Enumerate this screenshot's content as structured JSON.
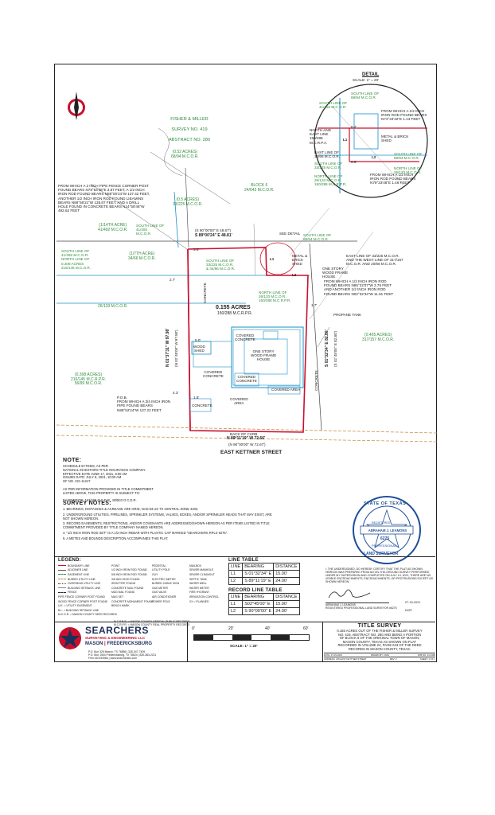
{
  "survey_title_top": {
    "lines": [
      "FISHER & MILLER",
      "SURVEY NO. 419",
      "ABSTRACT NO. 280"
    ]
  },
  "detail": {
    "title": "DETAIL",
    "scale": "SCALE: 1\" = 20'",
    "labels": [
      "SOUTH LINE OF\n68/94 M.C.O.R.",
      "SOUTH LINE OF\n41/492 M.C.O.R.",
      "FROM WHICH A 1/2 INCH\nIRON ROD FOUND BEARS\nN74°34'42\"E 1.13 FEET",
      "NORTH AND\nEAST LINE\n150/288\nM.C.R.P.A.",
      "METAL & BRICK\nSHED",
      "EAST LINE OF\n34/66 M.C.O.R.",
      "SOUTH LINE OF\n68/94 M.C.O.R.",
      "SOUTH LINE OF\n33/225 M.C.O.R.",
      "NORTH LINE OF\n26/133 M.C.O.R.",
      "NORTH LINE OF\n26/133 M.C.O.R.\n150/288 M.C.R.P.R.",
      "FROM WHICH A 1/2 INCH\nIRON ROD FOUND BEARS\nN79°33'48\"E 1.46 FEET",
      "0.2'",
      "0.5'",
      "L1",
      "L2"
    ]
  },
  "plat": {
    "acres_052": "(0.52 ACRES)\n68/94 M.C.O.R.",
    "acres_05": "(0.5 ACRES)\n33/225 M.C.O.R.",
    "block": "BLOCK 6\n24/643 M.C.O.R.",
    "from_which_2inch": "FROM WHICH A 2 INCH PIPE FENCE CORNER POST\nFOUND BEARS N79°54'36\"E 3.87 FEET, A 1/2 INCH\nIRON ROD FOUND BEARS N88°00'24\"W 137.42 FEET,\nANOTHER 1/2 INCH IRON ROD FOUND LIEAMINS\nBEARS N88°56'21\"W 135.87 FEET, AND A DRILL\nHOLE FOUND IN CONCRETE BEARS N14°58'46\"W\n492.62 FEET",
    "acres_14": "(1/14TH ACRE)\n41/492 M.C.O.R.",
    "south_line_41": "SOUTH LINE OF\n41/492\nM.C.O.R.",
    "bearing_top": "(S 90°00'00\" E 48.67')",
    "bearing_top2": "S 89°00'24\" E  48.81'",
    "see_detail": "SEE DETAIL",
    "south_line_68": "SOUTH LINE OF\n68/94 M.C.O.R.",
    "south_line_41b": "SOUTH LINE OF\n41/492 M.C.O.R.\nNORTH LINE OF\n0.308 ACRES\n216/145 M.C.O.R.",
    "acres_17": "(1/7TH ACRE)\n34/66 M.C.O.R.",
    "concrete_vertical": "CONCRETE",
    "south_line_33": "SOUTH LINE OF\n33/225 M.C.O.R.\n& 34/66 M.C.O.R.",
    "metal_brick_shed": "METAL &\nBRICK\nSHED",
    "east_line_33": "EAST LINE OF 33/225 M.C.O.R.\nAND THE WEST LINE OF 317/157\nM.C.O.R. AND 20/68 M.C.O.R.",
    "one_story_wood": "ONE STORY\nWOOD FRAME\nHOUSE",
    "from_which_half1": "FROM WHICH A 1/2 INCH IRON ROD\nFOUND BEARS N85°22'07\"W 3.76 FEET\nAND ANOTHER 1/2 INCH IRON ROD\nFOUND BEARS N02°32'34\"W 11.91 FEET",
    "l2": "L2",
    "l1": "L1",
    "north_line_26": "NORTH LINE OF\n26/133 M.C.O.R.\n150/288 M.C.R.P.R.",
    "dim_17": "1.7'",
    "dim_27": "2.7'",
    "dim_36": "3.6'",
    "dim_50": "5.0'",
    "dim_43": "4.3'",
    "dim_18": "1.8'",
    "acres_26": "26/133 M.C.O.R.",
    "main_acres": "0.155 ACRES",
    "main_ref": "150/288 M.C.R.P.R.",
    "propane": "PROPANE TANK",
    "acres_0405": "(0.405 ACRES)\n317/157 M.C.O.R.",
    "covered_concrete_top": "COVERED\nCONCRETE",
    "wood_shed": "WOOD\nSHED",
    "house_main": "ONE STORY\nWOOD FRAME\nHOUSE",
    "covered_concrete_left": "COVERED\nCONCRETE",
    "covered_concrete_mid": "COVERED\nCONCRETE",
    "covered_area": "COVERED AREA",
    "covered_area2": "COVERED\nAREA",
    "concrete_bottom": "CONCRETE",
    "concrete_right": "CONCRETE",
    "acres_0308": "(0.308 ACRES)\n216/145 M.C.R.P.R.\n56/99 M.C.O.R.",
    "west_bearing": "N 01°37'31\" W  97.98'",
    "west_bearing2": "(N 02°45'00\" W 97.80')",
    "east_bearing": "S 01°32'34\" E  82.80'",
    "east_bearing2": "(S 02°45'00\" E 82.80')",
    "pob": "P.O.B.\nFROM WHICH A 3/4 INCH IRON\nPIPE FOUND BEARS\nN88°52'24\"W 137.22 FEET",
    "back_of_curb": "BACK OF CURB",
    "south_bearing": "N 89°11'19\" W  72.66'",
    "south_bearing2": "(N 90°00'00\" W 72.67')",
    "street": "EAST KETTNER STREET"
  },
  "note": {
    "heading": "NOTE:",
    "body": "SCHEDULE B ITEMS, AS PER\nNATIONAL INVESTORS TITLE INSURANCE COMPANY\nEFFECTIVE DATE JUNE 17, 2021, 8:00 AM\nISSUED DATE: JULY 8, 2021, 10:00 AM\nGF NO. 221-11247\n\nAS PER INFORMATION PROVIDED IN TITLE COMMITMENT\nLISTED ABOVE, THIS PROPERTY IS SUBJECT TO:\n\nEASEMENTS: 163/469 O.C.D.R., 80/503 O.C.D.R."
  },
  "survey_notes": {
    "heading": "SURVEY NOTES:",
    "items": [
      "1. BEARINGS, DISTANCES & ACREAGE ARE GRID, NAD 83 US TX CENTRAL ZONE 4203.",
      "2. UNDERGROUND UTILITIES, PIPELINES, SPRINKLER SYSTEMS, VALVES, BOXES, AND/OR SPRINKLER HEADS THAT MAY EXIST, ARE NOT SHOWN HEREON.",
      "3. RECORD EASEMENTS, RESTRICTIONS, AND/OR COVENANTS ARE ADDRESSED/SHOWN HEREON AS PER ITEMS LISTED IN TITLE COMMITMENT PROVIDED BY TITLE COMPANY NAMED HEREON.",
      "4. \"1/2 INCH IRON ROD SET\" IS A 1/2 INCH REBAR WITH PLASTIC CAP MARKED \"SEARCHERS RPLS 6275\".",
      "5. A METES AND BOUNDS DESCRIPTION ACCOMPANIES THIS PLAT."
    ]
  },
  "legend": {
    "heading": "LEGEND:",
    "col1": [
      "BOUNDARY LINE",
      "ADJOINER LINE",
      "EASEMENT LINE",
      "BURIED UTILITY LINE",
      "OVERHEAD UTILITY LINE",
      "BUILDING SETBACK LINE",
      "FENCE",
      "PIPE FENCE CORNER POST FOUND",
      "WOOD FENCE CORNER POST FOUND",
      "U.E. = UTILITY EASEMENT",
      "B.L. = BUILDING SETBACK LINE",
      "M.C.O.R. = MASON COUNTY DEED RECORDS"
    ],
    "col2": [
      "POINT",
      "1/2 INCH IRON ROD FOUND",
      "5/8 INCH IRON ROD FOUND",
      "3/8 INCH ROD FOUND",
      "IRON PIPE FOUND",
      "CONCRETE NAIL FOUND",
      "MAG NAIL FOUND",
      "MAG SET",
      "CONCRETE MONUMENT FOUND",
      "BENCH MARK"
    ],
    "col3": [
      "PEDESTAL",
      "UTILITY POLE",
      "GUY",
      "ELECTRIC METER",
      "BURIED CABLE SIGN",
      "GAS METER",
      "GAS VALVE",
      "AIR CONDITIONER",
      "POWER POLE"
    ],
    "col4": [
      "MAILBOX",
      "SEWER MANHOLE",
      "SEWER CLEANOUT",
      "SEPTIC TANK",
      "WATER WELL",
      "WATER METER",
      "FIRE HYDRANT",
      "IRRIGATION CONTROL",
      "XX = PLANNED"
    ],
    "footnotes": "M.C.P.R.R. = MASON COUNTY OFFICIAL PUBLIC RECORDS\nM.C.R.P.R. = MASON COUNTY REAL PROPERTY RECORDS"
  },
  "line_table": {
    "heading": "LINE TABLE",
    "columns": [
      "LINE",
      "BEARING",
      "DISTANCE"
    ],
    "rows": [
      [
        "L1",
        "S 01°32'34\" E",
        "15.00'"
      ],
      [
        "L2",
        "S 89°11'19\" E",
        "24.00'"
      ]
    ]
  },
  "record_line_table": {
    "heading": "RECORD LINE TABLE",
    "columns": [
      "LINE",
      "BEARING",
      "DISTANCE"
    ],
    "rows": [
      [
        "L1",
        "S02°45'00\" E",
        "15.00'"
      ],
      [
        "L2",
        "S 90°00'00\" E",
        "24.00'"
      ]
    ]
  },
  "seal": {
    "top": "STATE OF TEXAS",
    "name": "ABRAHAM J. LEAMONS",
    "number": "6275",
    "bottom1": "PROFESSIONAL",
    "bottom2": "LAND SURVEYOR",
    "registered": "REGISTERED"
  },
  "certification": {
    "text": "I, THE UNDERSIGNED, DO HEREBY CERTIFY THAT THE PLAT AS SHOWN HEREON WAS PREPARED FROM AN ON-THE-GROUND SURVEY PERFORMED UNDER MY SUPERVISION AND COMPLETED ON JULY 14, 2021, THERE ARE NO VISIBLE ENCROACHMENTS, ENCROACHMENTS, OR PROTRUSIONS EXCEPT AS SHOWN HEREON.",
    "date": "07-15-2021",
    "date_label": "DATE",
    "signer": "ABRAHAM J. LEAMONS",
    "signer_title": "REGISTERED PROFESSIONAL LAND SURVEYOR #6275"
  },
  "company": {
    "name": "SEARCHERS",
    "tagline": "SURVEYING & ENGINEERING LLC",
    "city1": "MASON",
    "city2": "FREDERICKSBURG",
    "addr1": "P.O. Box 325 Mason, TX 76856 | 325-347-7409",
    "addr2": "P.O. Box 1504 Fredericksburg, TX 78624 | 830-383-2211",
    "addr3": "Firm #10193966 | www.searchersllc.com"
  },
  "scale_bar": {
    "ticks": [
      "0'",
      "20'",
      "40'",
      "60'"
    ],
    "label": "SCALE: 1\" = 20'"
  },
  "title_survey": {
    "heading": "TITLE SURVEY",
    "body": "0.155 ACRES OUT OF THE FISHER & MILLER SURVEY\nNO. 419, ABSTRACT NO. 280 AND BEING A PORTION\nOF BLOCK 6 OF THE ORIGINAL TOWN OF MASON,\nMASON COUNTY, TEXAS AS SHOWN ON PLAT\nRECORDED IN VOLUME 24, PAGE 643 OF THE DEED\nRECORDS IN MASON COUNTY, TEXAS.",
    "row1": [
      "DATE: 07-15-2021",
      "DRAWN BY: CMG",
      "JOB NO. 21-0398"
    ],
    "row2": [
      "ADDRESS: 316 EAST KETTNER STREET",
      "REV: 0",
      "SHEET: 1 OF 1"
    ]
  },
  "colors": {
    "boundary": "#c8102e",
    "blue_line": "#1a8fc7",
    "green_text": "#2e8b3a",
    "seal_blue": "#1f4e9a",
    "company_red": "#c8102e",
    "company_navy": "#1d2f58"
  },
  "icons": [
    "north-arrow-icon",
    "star-logo-icon",
    "seal-icon"
  ]
}
